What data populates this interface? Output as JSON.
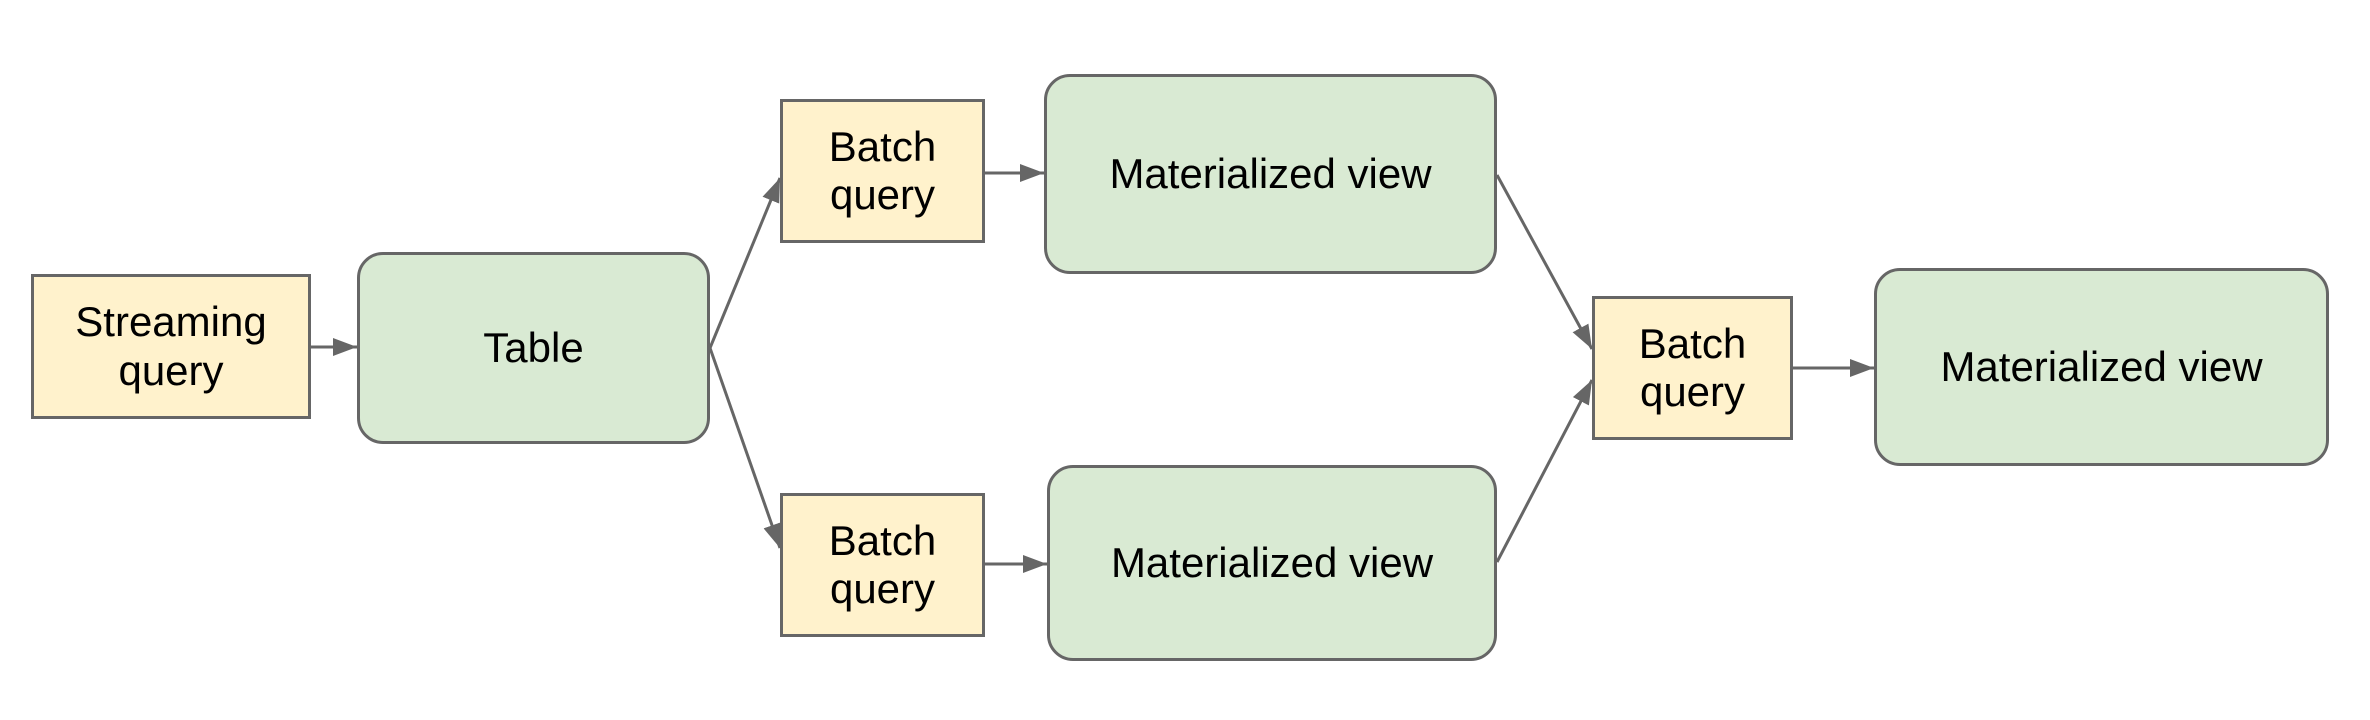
{
  "diagram": {
    "title": "streaming-to-materialized-view-pipeline",
    "colors": {
      "background": "#ffffff",
      "query_fill": "#fff2cc",
      "store_fill": "#d9ead3",
      "border": "#666666",
      "arrow": "#666666",
      "text": "#000000"
    },
    "nodes": {
      "streaming_query": {
        "label": "Streaming query",
        "shape": "rectangle",
        "fill": "#fff2cc"
      },
      "table": {
        "label": "Table",
        "shape": "rounded-rectangle",
        "fill": "#d9ead3"
      },
      "batch_query_top": {
        "label": "Batch query",
        "shape": "rectangle",
        "fill": "#fff2cc"
      },
      "materialized_view_top": {
        "label": "Materialized view",
        "shape": "rounded-rectangle",
        "fill": "#d9ead3"
      },
      "batch_query_bottom": {
        "label": "Batch query",
        "shape": "rectangle",
        "fill": "#fff2cc"
      },
      "materialized_view_bottom": {
        "label": "Materialized view",
        "shape": "rounded-rectangle",
        "fill": "#d9ead3"
      },
      "batch_query_right": {
        "label": "Batch query",
        "shape": "rectangle",
        "fill": "#fff2cc"
      },
      "materialized_view_right": {
        "label": "Materialized view",
        "shape": "rounded-rectangle",
        "fill": "#d9ead3"
      }
    },
    "edges": [
      {
        "from": "streaming_query",
        "to": "table"
      },
      {
        "from": "table",
        "to": "batch_query_top"
      },
      {
        "from": "table",
        "to": "batch_query_bottom"
      },
      {
        "from": "batch_query_top",
        "to": "materialized_view_top"
      },
      {
        "from": "batch_query_bottom",
        "to": "materialized_view_bottom"
      },
      {
        "from": "materialized_view_top",
        "to": "batch_query_right"
      },
      {
        "from": "materialized_view_bottom",
        "to": "batch_query_right"
      },
      {
        "from": "batch_query_right",
        "to": "materialized_view_right"
      }
    ]
  }
}
